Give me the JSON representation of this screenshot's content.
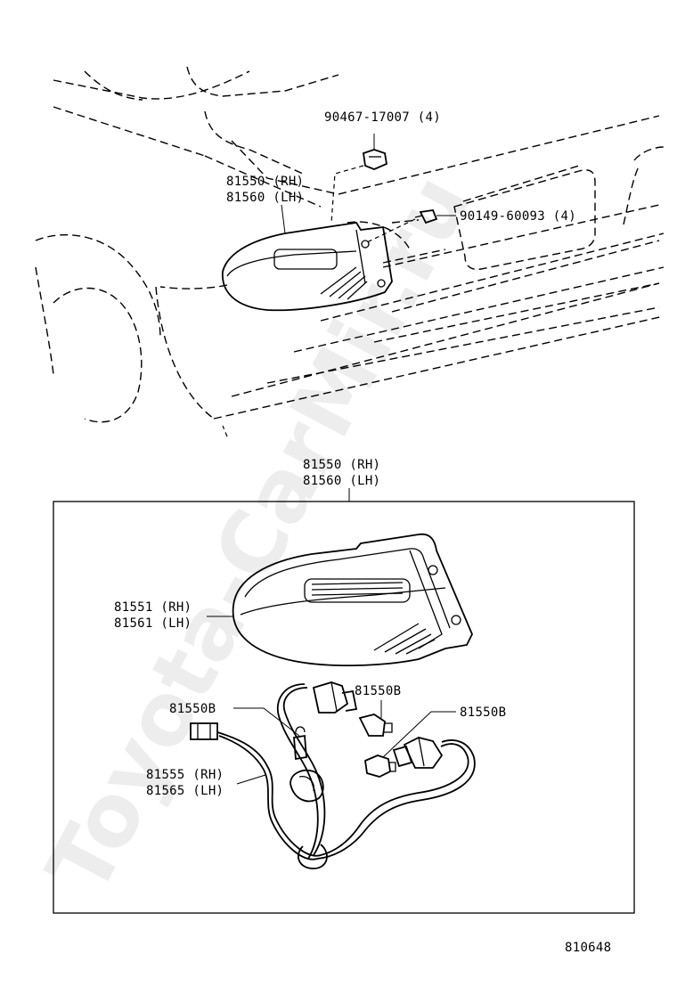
{
  "watermark": "Toyota-CarMir.ru",
  "top_view": {
    "clip_label": "90467-17007 (4)",
    "screw_label": "90149-60093 (4)",
    "lamp_label_rh": "81550 (RH)",
    "lamp_label_lh": "81560 (LH)"
  },
  "detail_view": {
    "assembly_label_rh": "81550 (RH)",
    "assembly_label_lh": "81560 (LH)",
    "lens_label_rh": "81551 (RH)",
    "lens_label_lh": "81561 (LH)",
    "bulb_label_left": "81550B",
    "bulb_label_top": "81550B",
    "bulb_label_right": "81550B",
    "socket_label_rh": "81555 (RH)",
    "socket_label_lh": "81565 (LH)"
  },
  "diagram_number": "810648"
}
